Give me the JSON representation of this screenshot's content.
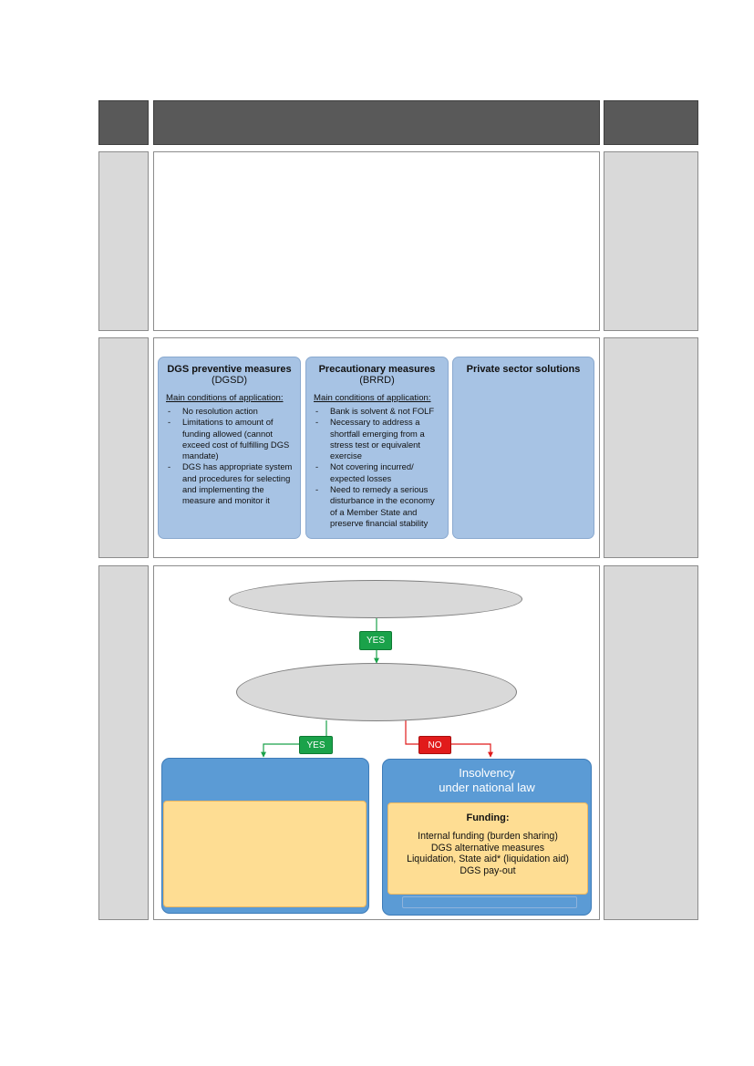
{
  "measures": [
    {
      "title": "DGS preventive measures",
      "subtitle": "(DGSD)",
      "conditions_label": "Main conditions of application:",
      "items": [
        "No resolution action",
        "Limitations to amount of funding allowed (cannot exceed cost of fulfilling DGS mandate)",
        "DGS has appropriate system and procedures for selecting and implementing the measure and monitor it"
      ]
    },
    {
      "title": "Precautionary measures",
      "subtitle": "(BRRD)",
      "conditions_label": "Main conditions of application:",
      "items": [
        "Bank is solvent & not FOLF",
        "Necessary to address a shortfall emerging from a stress test or equivalent exercise",
        "Not covering incurred/ expected losses",
        "Need to remedy a serious disturbance in the economy of a Member State and preserve financial stability"
      ]
    },
    {
      "title": "Private sector solutions",
      "subtitle": "",
      "conditions_label": "",
      "items": []
    }
  ],
  "flow": {
    "yes_label_1": "YES",
    "yes_label_2": "YES",
    "no_label": "NO",
    "insolvency_line1": "Insolvency",
    "insolvency_line2": "under national law",
    "funding_title": "Funding:",
    "funding_items": [
      "Internal funding (burden sharing)",
      "DGS alternative measures",
      "Liquidation, State aid* (liquidation aid)",
      "DGS pay-out"
    ]
  },
  "colors": {
    "header_dark": "#595959",
    "side_gray": "#d9d9d9",
    "measure_blue": "#a7c3e4",
    "flow_blue": "#5b9bd5",
    "funding_orange": "#fedd93",
    "yes_green": "#1aa24a",
    "no_red": "#e11b1b",
    "arrow_green": "#1aa24a",
    "arrow_red": "#e11b1b"
  }
}
